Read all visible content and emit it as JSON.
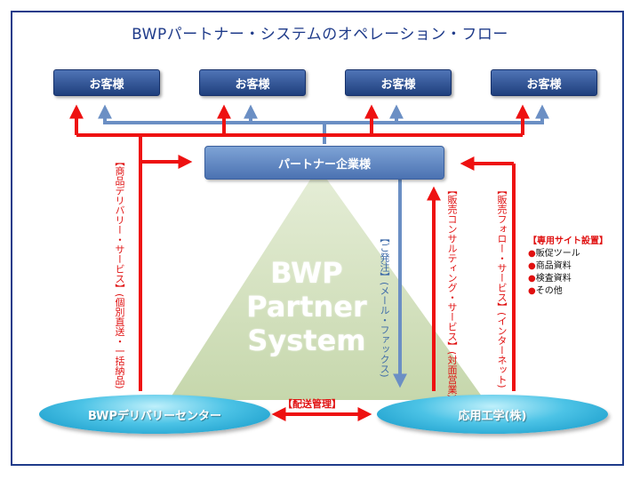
{
  "title": "BWPパートナー・システムのオペレーション・フロー",
  "customers": [
    "お客様",
    "お客様",
    "お客様",
    "お客様"
  ],
  "partner_label": "パートナー企業様",
  "delivery_center": "BWPデリバリーセンター",
  "company": "応用工学(株)",
  "center_text": [
    "BWP",
    "Partner",
    "System"
  ],
  "labels": {
    "delivery_service": "【商品デリバリー・サービス】",
    "delivery_detail": "(個別直送・一括納品)",
    "order": "【ご発注】",
    "order_detail": "(メール・ファックス)",
    "consulting": "【販売コンサルティング・サービス】",
    "consulting_detail": "(対面営業)",
    "follow": "【販売フォロー・サービス】",
    "follow_detail": "(インターネット)",
    "logistics": "【配送管理】"
  },
  "site_note": {
    "heading": "【専用サイト設置】",
    "bullet": "●",
    "items": [
      "販促ツール",
      "商品資料",
      "検査資料",
      "その他"
    ]
  },
  "colors": {
    "red_arrow": "#ee1111",
    "blue_arrow": "#6b8fc4",
    "triangle": "#d2dfbe",
    "frame": "#1f3b8a"
  }
}
